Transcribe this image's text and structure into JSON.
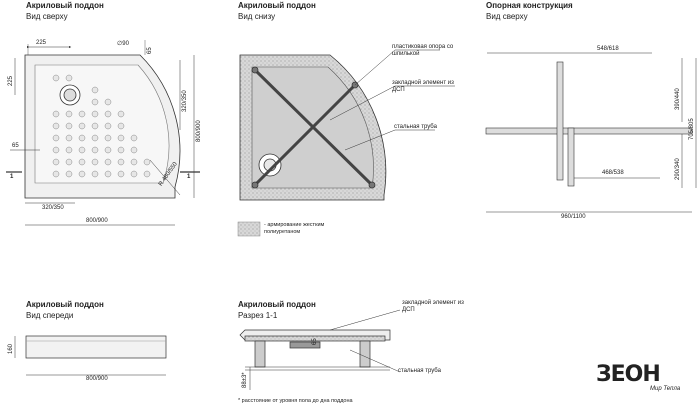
{
  "views": {
    "top": {
      "title": "Акриловый поддон",
      "subtitle": "Вид сверху"
    },
    "bottom": {
      "title": "Акриловый поддон",
      "subtitle": "Вид снизу"
    },
    "frame": {
      "title": "Опорная конструкция",
      "subtitle": "Вид сверху"
    },
    "front": {
      "title": "Акриловый поддон",
      "subtitle": "Вид спереди"
    },
    "section": {
      "title": "Акриловый поддон",
      "subtitle": "Разрез 1-1"
    }
  },
  "dimensions": {
    "top_225_h": "225",
    "top_d90": "∅90",
    "top_65_v": "65",
    "top_225_v": "225",
    "top_320_350_v": "320/350",
    "top_800_900_v": "800/900",
    "top_65_h": "65",
    "top_radius": "R 480/550",
    "top_320_350_h": "320/350",
    "top_800_900_h": "800/900",
    "section_mark_left": "1",
    "section_mark_right": "1",
    "frame_548_618": "548/618",
    "frame_390_440": "390/440",
    "frame_705_805": "705/805",
    "frame_290_340": "290/340",
    "frame_468_538": "468/538",
    "frame_960_1100": "960/1100",
    "front_160": "160",
    "front_800_900": "800/900",
    "section_65": "65",
    "section_88": "88±3*"
  },
  "callouts": {
    "plastic_support": "пластиковая опора со шпилькой",
    "embedded_element": "закладной элемент из ДСП",
    "steel_pipe": "стальная труба",
    "section_embedded": "закладной элемент из ДСП",
    "section_steel_pipe": "стальная труба"
  },
  "legend": {
    "text": "- армирование жестким полиуретаном"
  },
  "footnote": "* расстояние от уровня пола до дна поддона",
  "brand": {
    "logo": "ЗЕОН",
    "tagline": "Мир Тепла"
  }
}
